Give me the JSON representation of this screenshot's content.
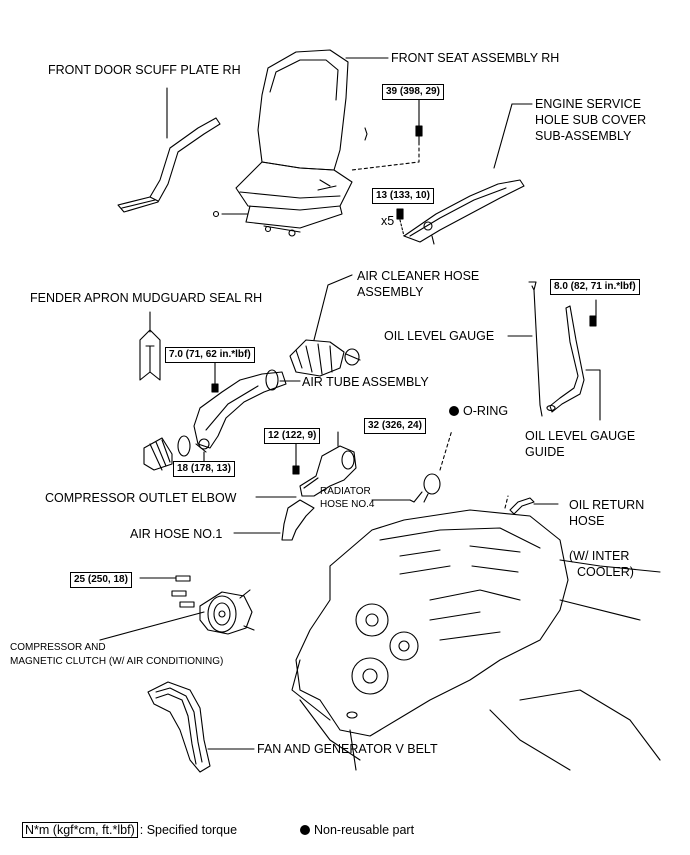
{
  "labels": {
    "scuff_plate": "FRONT DOOR SCUFF PLATE RH",
    "seat": "FRONT SEAT ASSEMBLY RH",
    "engine_cover_1": "ENGINE SERVICE",
    "engine_cover_2": "HOLE SUB COVER",
    "engine_cover_3": "SUB-ASSEMBLY",
    "x5": "x5",
    "fender_seal": "FENDER APRON MUDGUARD SEAL RH",
    "air_cleaner_1": "AIR CLEANER HOSE",
    "air_cleaner_2": "ASSEMBLY",
    "air_tube": "AIR TUBE ASSEMBLY",
    "oil_gauge": "OIL LEVEL GAUGE",
    "o_ring": "O-RING",
    "gauge_guide_1": "OIL LEVEL GAUGE",
    "gauge_guide_2": "GUIDE",
    "comp_elbow": "COMPRESSOR OUTLET ELBOW",
    "radiator_1": "RADIATOR",
    "radiator_2": "HOSE NO.4",
    "oil_return_1": "OIL RETURN",
    "oil_return_2": "HOSE",
    "air_hose": "AIR HOSE NO.1",
    "inter_cooler_1": "(W/ INTER",
    "inter_cooler_2": "COOLER)",
    "compressor_1": "COMPRESSOR AND",
    "compressor_2": "MAGNETIC CLUTCH (W/ AIR CONDITIONING)",
    "v_belt": "FAN AND GENERATOR V BELT"
  },
  "torques": {
    "t39": "39 (398, 29)",
    "t13": "13 (133, 10)",
    "t8": "8.0 (82, 71 in.*lbf)",
    "t7": "7.0 (71, 62 in.*lbf)",
    "t18": "18 (178, 13)",
    "t12": "12 (122, 9)",
    "t32": "32 (326, 24)",
    "t25": "25 (250, 18)"
  },
  "legend": {
    "torque_unit": "N*m (kgf*cm, ft.*lbf)",
    "torque_text": ": Specified torque",
    "nonreusable": "Non-reusable part"
  }
}
